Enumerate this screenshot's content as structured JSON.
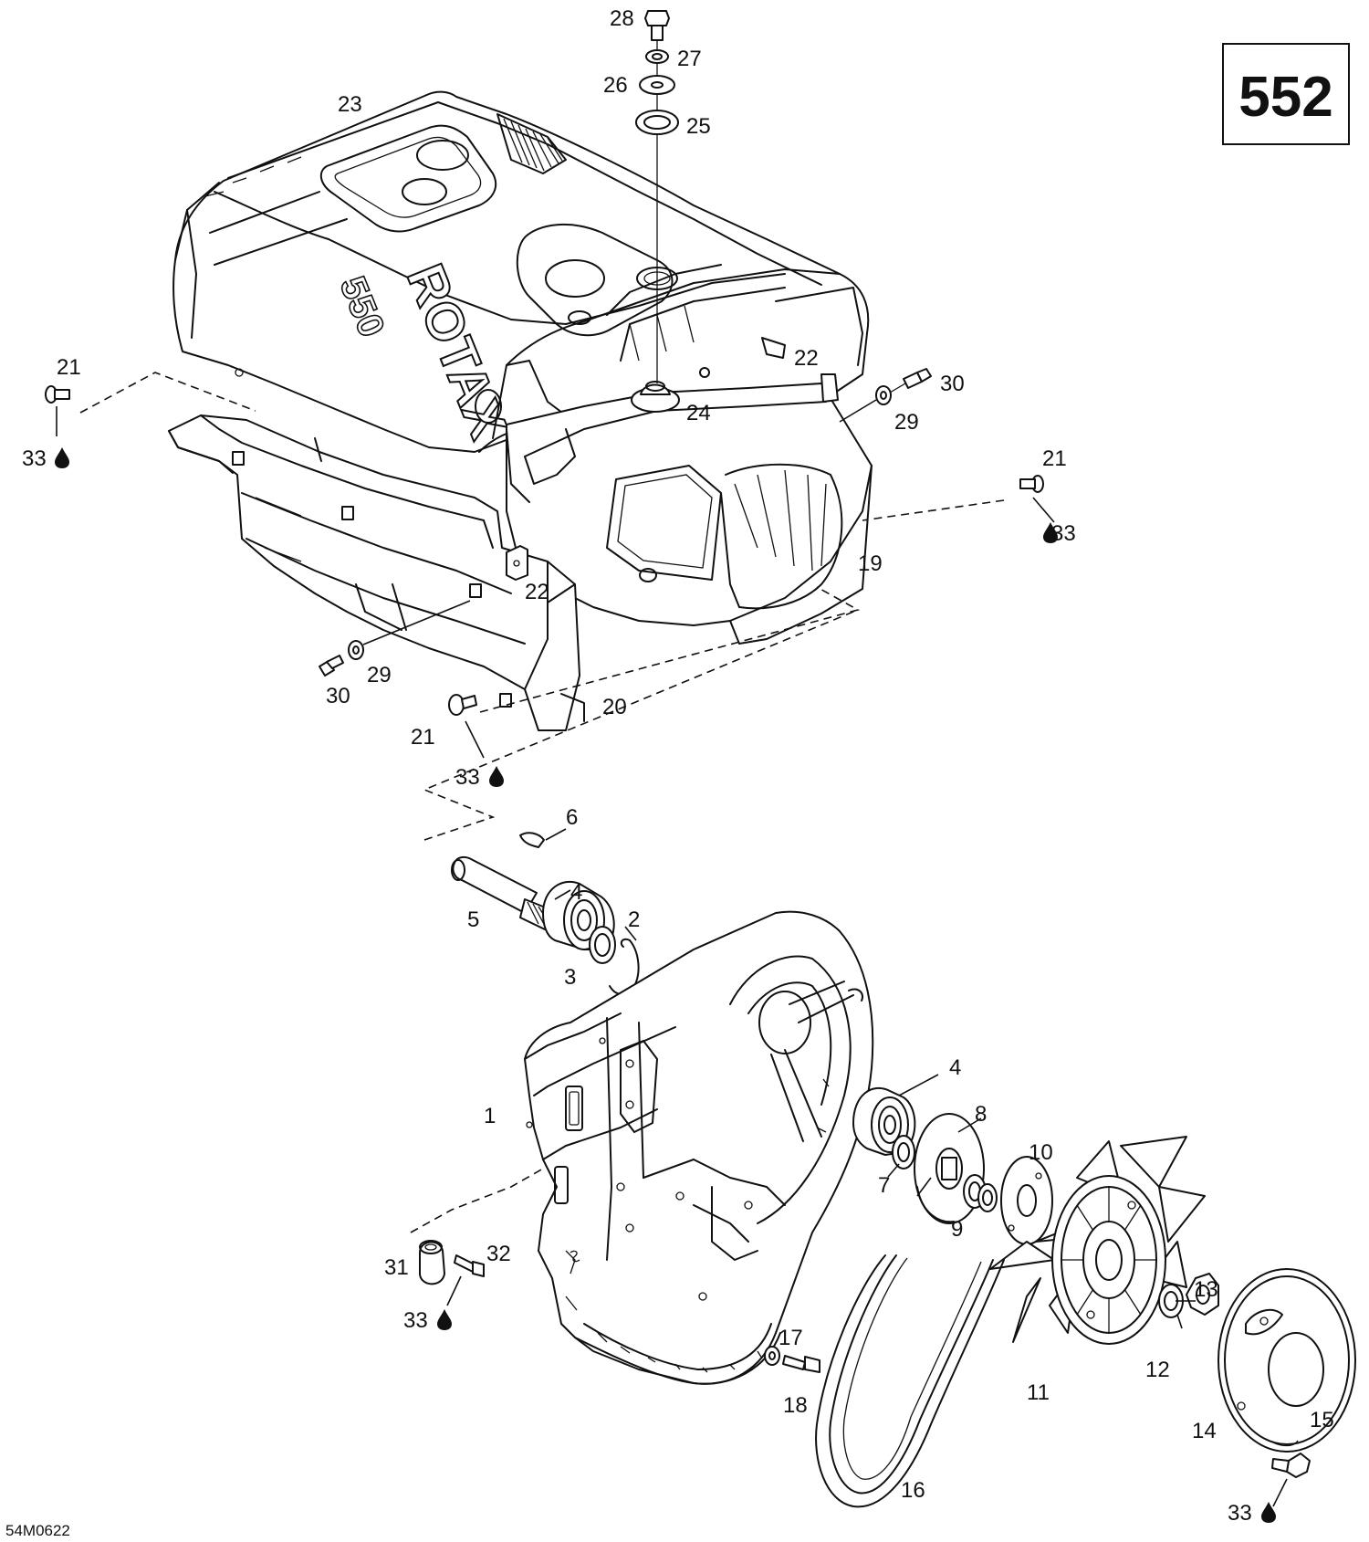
{
  "page_number": "552",
  "drawing_code": "54M0622",
  "brand_text": "ROTAX",
  "model_text": "550",
  "callouts": [
    {
      "id": "c28",
      "text": "28"
    },
    {
      "id": "c27",
      "text": "27"
    },
    {
      "id": "c26",
      "text": "26"
    },
    {
      "id": "c25",
      "text": "25"
    },
    {
      "id": "c23",
      "text": "23"
    },
    {
      "id": "c21a",
      "text": "21"
    },
    {
      "id": "c33a",
      "text": "33"
    },
    {
      "id": "c22a",
      "text": "22"
    },
    {
      "id": "c30a",
      "text": "30"
    },
    {
      "id": "c24",
      "text": "24"
    },
    {
      "id": "c29a",
      "text": "29"
    },
    {
      "id": "c21b",
      "text": "21"
    },
    {
      "id": "c33b",
      "text": "33"
    },
    {
      "id": "c19",
      "text": "19"
    },
    {
      "id": "c22b",
      "text": "22"
    },
    {
      "id": "c29b",
      "text": "29"
    },
    {
      "id": "c30b",
      "text": "30"
    },
    {
      "id": "c20",
      "text": "20"
    },
    {
      "id": "c21c",
      "text": "21"
    },
    {
      "id": "c33c",
      "text": "33"
    },
    {
      "id": "c6",
      "text": "6"
    },
    {
      "id": "c4a",
      "text": "4"
    },
    {
      "id": "c5",
      "text": "5"
    },
    {
      "id": "c2",
      "text": "2"
    },
    {
      "id": "c3",
      "text": "3"
    },
    {
      "id": "c4b",
      "text": "4"
    },
    {
      "id": "c1",
      "text": "1"
    },
    {
      "id": "c8",
      "text": "8"
    },
    {
      "id": "c10",
      "text": "10"
    },
    {
      "id": "c7",
      "text": "7"
    },
    {
      "id": "c9",
      "text": "9"
    },
    {
      "id": "c31",
      "text": "31"
    },
    {
      "id": "c32",
      "text": "32"
    },
    {
      "id": "c33d",
      "text": "33"
    },
    {
      "id": "c13",
      "text": "13"
    },
    {
      "id": "c17",
      "text": "17"
    },
    {
      "id": "c18",
      "text": "18"
    },
    {
      "id": "c12",
      "text": "12"
    },
    {
      "id": "c11",
      "text": "11"
    },
    {
      "id": "c15",
      "text": "15"
    },
    {
      "id": "c14",
      "text": "14"
    },
    {
      "id": "c33e",
      "text": "33"
    },
    {
      "id": "c16",
      "text": "16"
    }
  ]
}
